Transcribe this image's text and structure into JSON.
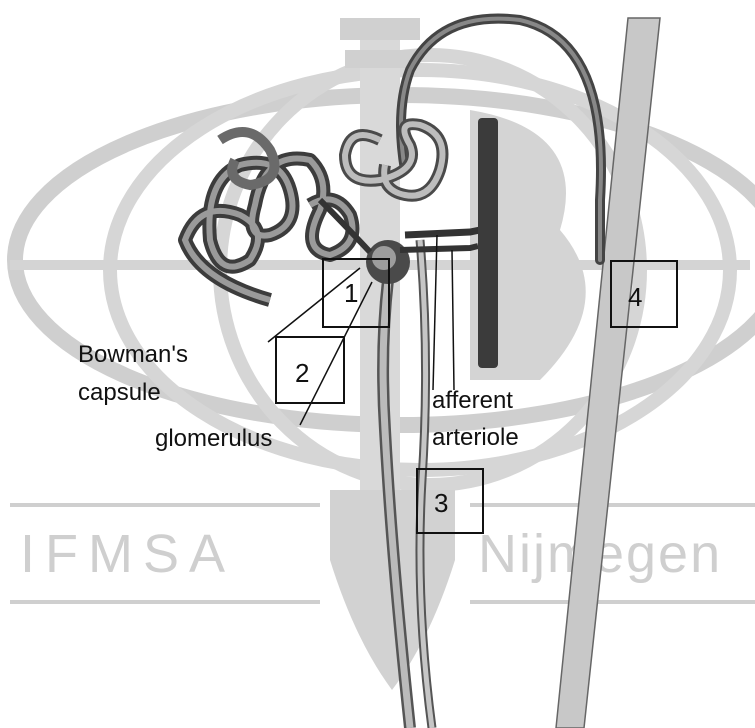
{
  "watermark": {
    "left_text": "IFMSA",
    "right_text": "Nijmegen"
  },
  "labels": {
    "bowman_line1": "Bowman's",
    "bowman_line2": "capsule",
    "glomerulus": "glomerulus",
    "afferent_line1": "afferent",
    "afferent_line2": "arteriole"
  },
  "boxes": [
    {
      "number": "1"
    },
    {
      "number": "2"
    },
    {
      "number": "3"
    },
    {
      "number": "4"
    }
  ],
  "colors": {
    "watermark": "#cfcfcf",
    "vessel_dark": "#3a3a3a",
    "vessel_light": "#a9a9a9",
    "tubule": "#b8b8b8"
  }
}
